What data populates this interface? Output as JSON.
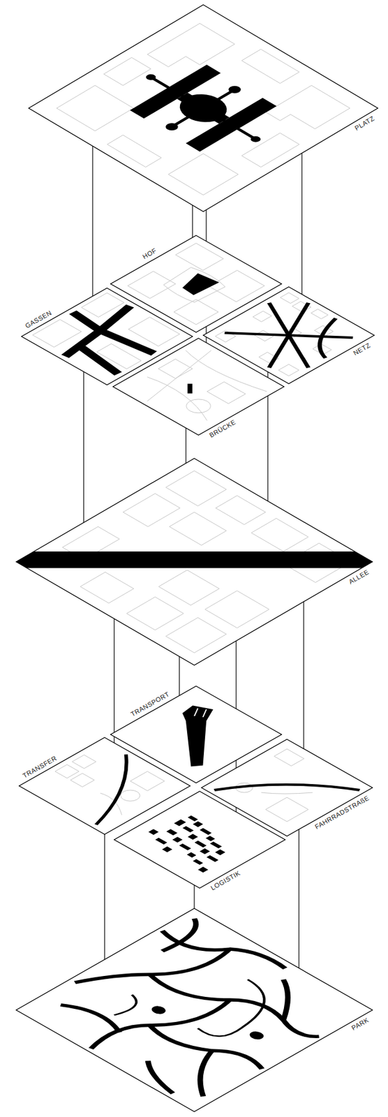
{
  "diagram": {
    "nodes": [
      {
        "text": [
          "PLATZ"
        ]
      },
      {
        "text": [
          "HOF"
        ]
      },
      {
        "text": [
          "GASSEN"
        ]
      },
      {
        "text": [
          "NETZ"
        ]
      },
      {
        "text": [
          "BRÜCKE"
        ]
      },
      {
        "text": [
          "ALLEE"
        ]
      },
      {
        "text": [
          "TRANSPORT"
        ]
      },
      {
        "text": [
          "TRANSFER"
        ]
      },
      {
        "text": [
          "FAHRRADSTRAßE"
        ]
      },
      {
        "text": [
          "LOGISTIK"
        ]
      },
      {
        "text": [
          "PARK"
        ]
      }
    ],
    "edges": [
      {
        "from": 0,
        "to": 2,
        "arrow": "none"
      },
      {
        "from": 0,
        "to": 1,
        "arrow": "none"
      },
      {
        "from": 0,
        "to": 4,
        "arrow": "none"
      },
      {
        "from": 0,
        "to": 3,
        "arrow": "none"
      },
      {
        "from": 2,
        "to": 5,
        "arrow": "none"
      },
      {
        "from": 4,
        "to": 5,
        "arrow": "none"
      },
      {
        "from": 3,
        "to": 5,
        "arrow": "none"
      },
      {
        "from": 5,
        "to": 7,
        "arrow": "none"
      },
      {
        "from": 5,
        "to": 6,
        "arrow": "none"
      },
      {
        "from": 5,
        "to": 9,
        "arrow": "none"
      },
      {
        "from": 5,
        "to": 8,
        "arrow": "none"
      },
      {
        "from": 7,
        "to": 10,
        "arrow": "none"
      },
      {
        "from": 9,
        "to": 10,
        "arrow": "none"
      },
      {
        "from": 8,
        "to": 10,
        "arrow": "none"
      }
    ]
  }
}
